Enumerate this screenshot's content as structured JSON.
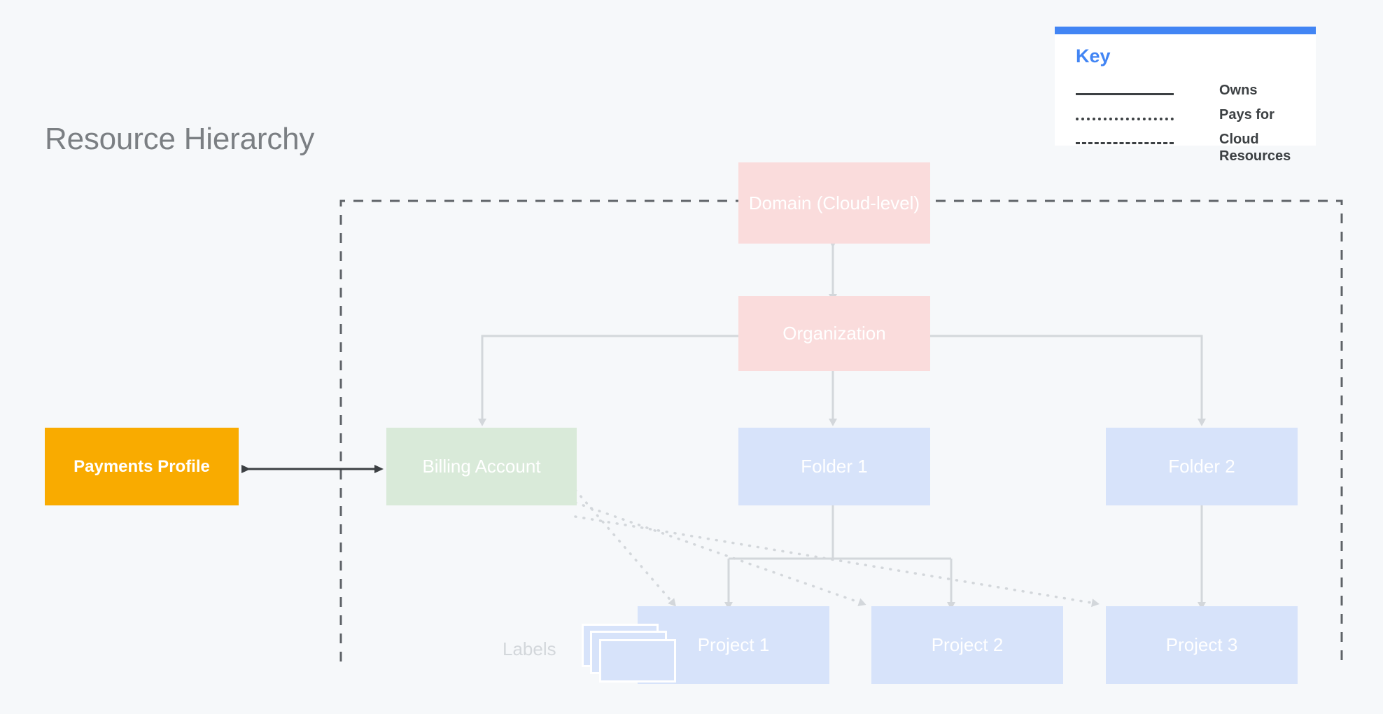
{
  "page": {
    "title": "Resource Hierarchy",
    "background_color": "#f6f8fa",
    "title_color": "#7b7f83"
  },
  "key": {
    "heading": "Key",
    "accent_color": "#4285f4",
    "rows": [
      {
        "style": "solid",
        "label": "Owns"
      },
      {
        "style": "dotted",
        "label": "Pays for"
      },
      {
        "style": "dashed",
        "label": "Cloud Resources"
      }
    ]
  },
  "nodes": {
    "domain": {
      "label": "Domain (Cloud-level)",
      "color": "#fadcdc"
    },
    "organization": {
      "label": "Organization",
      "color": "#fadcdc"
    },
    "billing": {
      "label": "Billing Account",
      "color": "#d9ead9"
    },
    "folder1": {
      "label": "Folder 1",
      "color": "#d7e3fa"
    },
    "folder2": {
      "label": "Folder 2",
      "color": "#d7e3fa"
    },
    "project1": {
      "label": "Project 1",
      "color": "#d7e3fa"
    },
    "project2": {
      "label": "Project 2",
      "color": "#d7e3fa"
    },
    "project3": {
      "label": "Project 3",
      "color": "#d7e3fa"
    },
    "payments": {
      "label": "Payments Profile",
      "color": "#f9ab00"
    },
    "labels": {
      "label": "Labels",
      "color": "#d7e3fa"
    }
  },
  "edges": [
    {
      "from": "domain",
      "to": "organization",
      "style": "solid",
      "arrows": "both"
    },
    {
      "from": "organization",
      "to": "billing",
      "style": "solid",
      "arrows": "to"
    },
    {
      "from": "organization",
      "to": "folder1",
      "style": "solid",
      "arrows": "to"
    },
    {
      "from": "organization",
      "to": "folder2",
      "style": "solid",
      "arrows": "to"
    },
    {
      "from": "folder1",
      "to": "project1",
      "style": "solid",
      "arrows": "to"
    },
    {
      "from": "folder1",
      "to": "project2",
      "style": "solid",
      "arrows": "to"
    },
    {
      "from": "folder2",
      "to": "project3",
      "style": "solid",
      "arrows": "to"
    },
    {
      "from": "payments",
      "to": "billing",
      "style": "solid",
      "arrows": "both"
    },
    {
      "from": "billing",
      "to": "project1",
      "style": "dotted",
      "arrows": "to"
    },
    {
      "from": "billing",
      "to": "project2",
      "style": "dotted",
      "arrows": "to"
    },
    {
      "from": "billing",
      "to": "project3",
      "style": "dotted",
      "arrows": "to"
    }
  ],
  "cloud_boundary": {
    "style": "dashed",
    "color": "#5f6368"
  }
}
